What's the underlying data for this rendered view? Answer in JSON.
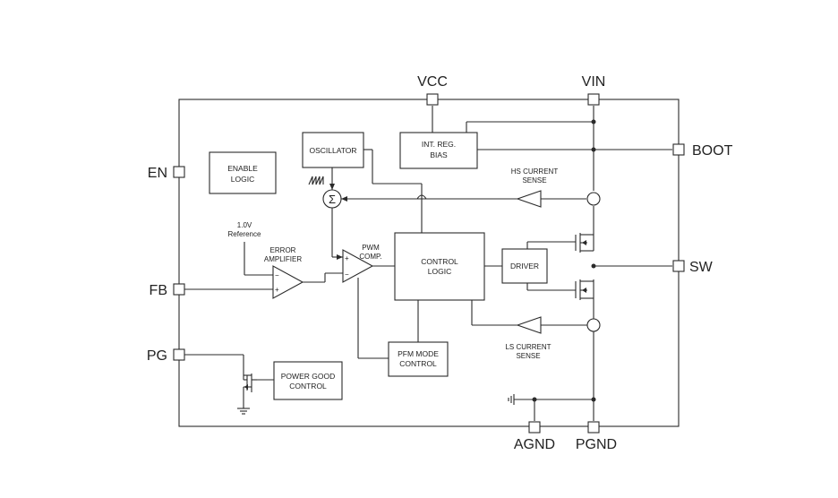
{
  "pins": {
    "vcc": "VCC",
    "vin": "VIN",
    "boot": "BOOT",
    "en": "EN",
    "fb": "FB",
    "pg": "PG",
    "sw": "SW",
    "agnd": "AGND",
    "pgnd": "PGND"
  },
  "blocks": {
    "enable_logic": [
      "ENABLE",
      "LOGIC"
    ],
    "oscillator": "OSCILLATOR",
    "int_reg_bias": [
      "INT. REG.",
      "BIAS"
    ],
    "control_logic": [
      "CONTROL",
      "LOGIC"
    ],
    "driver": "DRIVER",
    "pfm_mode_control": [
      "PFM MODE",
      "CONTROL"
    ],
    "power_good_control": [
      "POWER GOOD",
      "CONTROL"
    ]
  },
  "labels": {
    "hs_current_sense": [
      "HS CURRENT",
      "SENSE"
    ],
    "ls_current_sense": [
      "LS CURRENT",
      "SENSE"
    ],
    "reference": [
      "1.0V",
      "Reference"
    ],
    "error_amplifier": [
      "ERROR",
      "AMPLIFIER"
    ],
    "pwm_comp": [
      "PWM",
      "COMP."
    ],
    "summer_symbol": "Σ"
  }
}
